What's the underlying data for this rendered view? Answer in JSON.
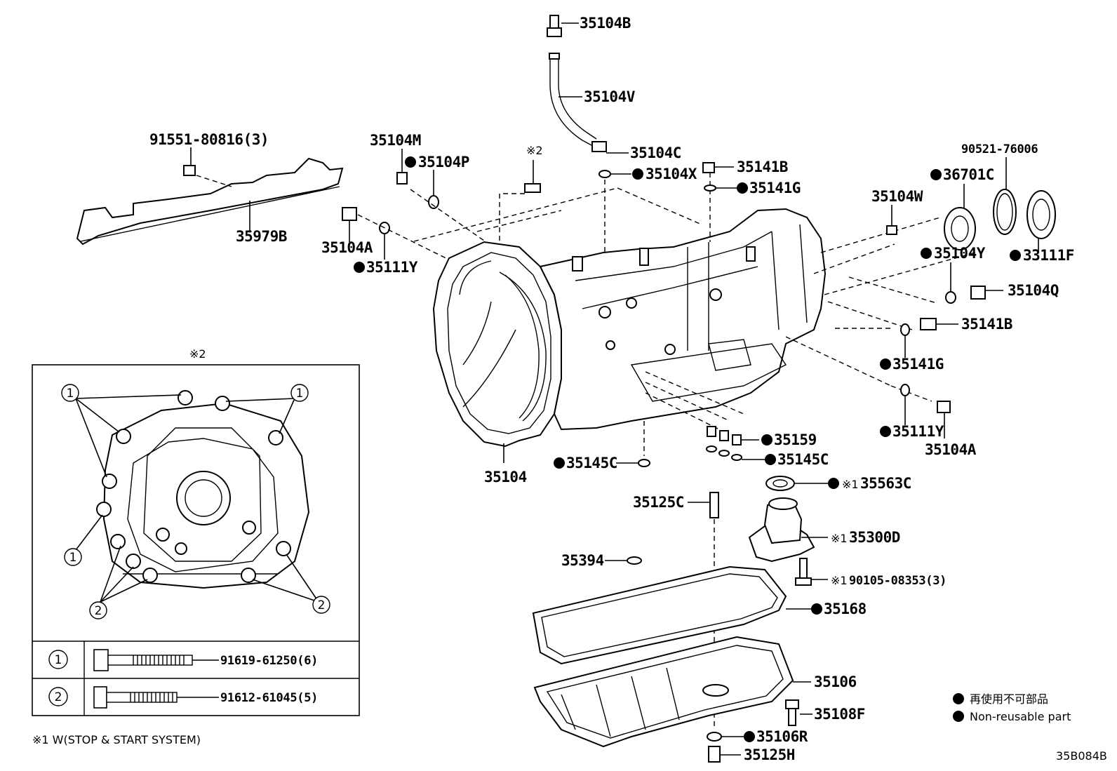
{
  "parts": {
    "p35104B": "35104B",
    "p35104V": "35104V",
    "p35104C": "35104C",
    "p35104X": "35104X",
    "p35104M": "35104M",
    "p35104P": "35104P",
    "p35104A_top": "35104A",
    "p35111Y_top": "35111Y",
    "p91551": "91551-80816(3)",
    "p35979B": "35979B",
    "p35141B_top": "35141B",
    "p35141G_top": "35141G",
    "p35104W": "35104W",
    "p36701C": "36701C",
    "p90521": "90521-76006",
    "p33111F": "33111F",
    "p35104Y": "35104Y",
    "p35104Q": "35104Q",
    "p35141B_right": "35141B",
    "p35141G_right": "35141G",
    "p35111Y_right": "35111Y",
    "p35104A_right": "35104A",
    "p35159": "35159",
    "p35145C_a": "35145C",
    "p35145C_b": "35145C",
    "p35104": "35104",
    "p35563C": "35563C",
    "p35125C": "35125C",
    "p35300D": "35300D",
    "p35394": "35394",
    "p90105": "90105-08353(3)",
    "p35168": "35168",
    "p35106": "35106",
    "p35108F": "35108F",
    "p35106R": "35106R",
    "p35125H": "35125H"
  },
  "marks": {
    "ref2": "※2",
    "ref1": "※1",
    "non_reusable_dot": "●"
  },
  "inset": {
    "title": "※2",
    "callout_1": "1",
    "callout_2": "2",
    "rows": [
      {
        "key": "1",
        "part": "91619-61250(6)"
      },
      {
        "key": "2",
        "part": "91612-61045(5)"
      }
    ]
  },
  "legend": {
    "ja": "再使用不可部品",
    "en": "Non-reusable part"
  },
  "footnote": "※1 W(STOP & START SYSTEM)",
  "diagram_code": "35B084B"
}
